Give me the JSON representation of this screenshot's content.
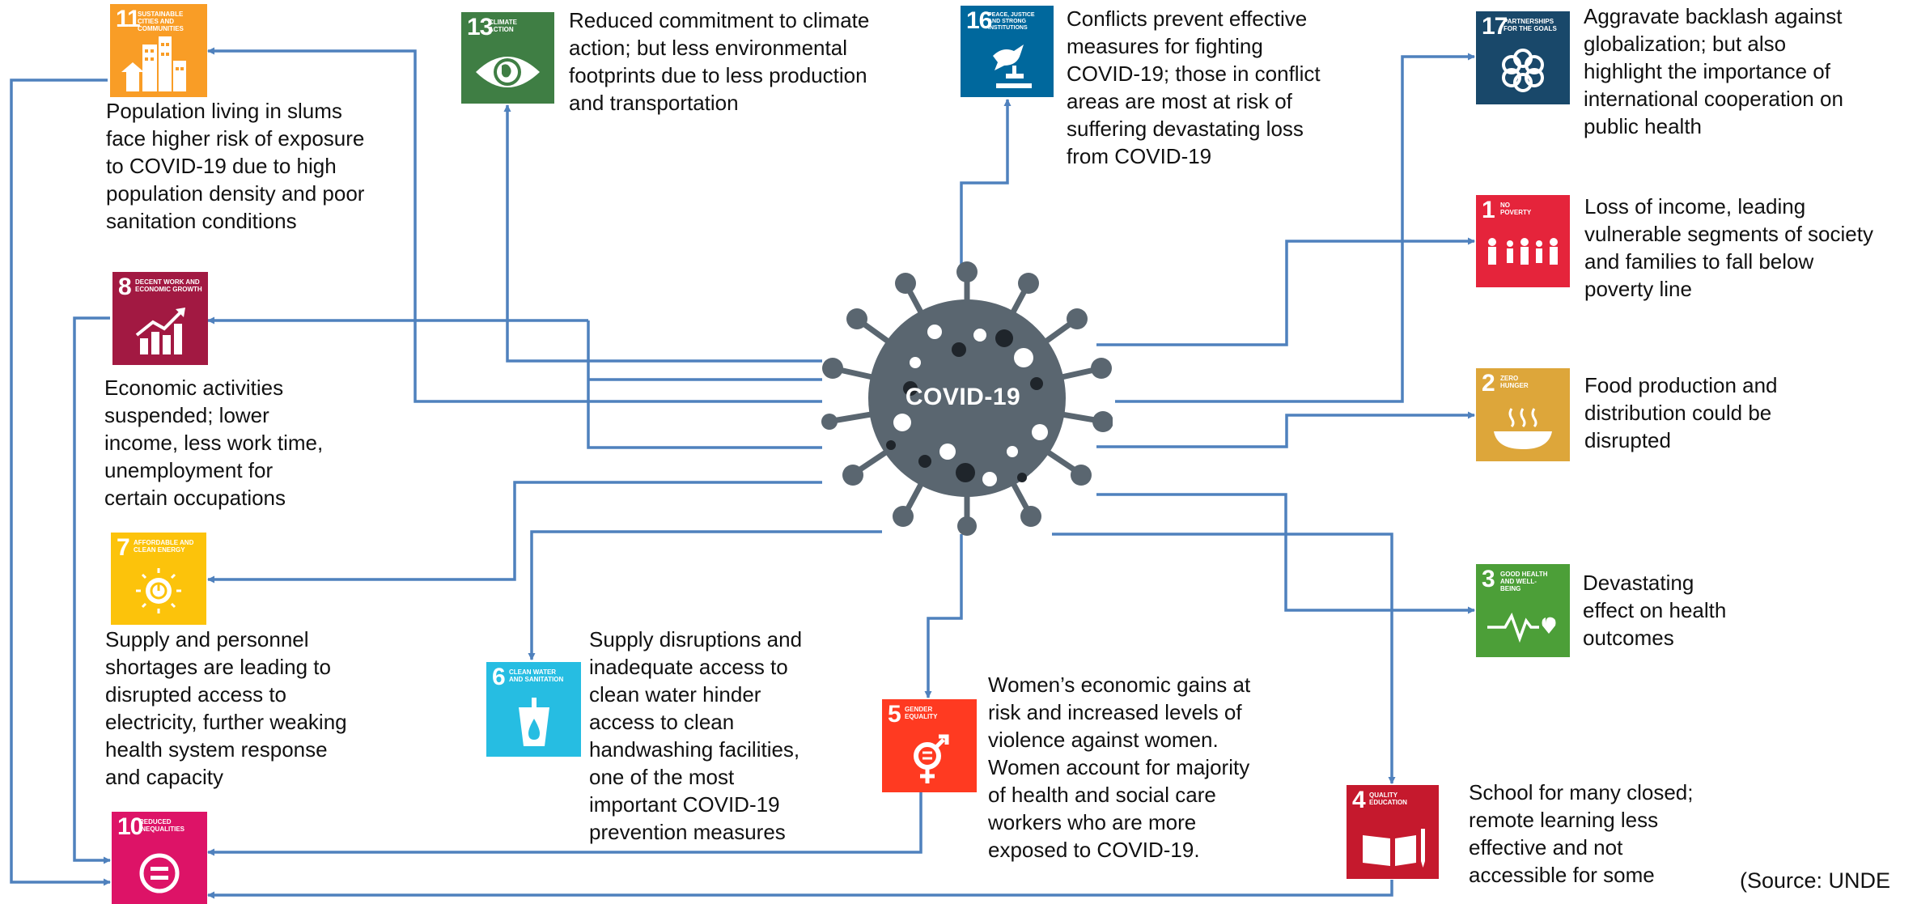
{
  "center_label": "COVID-19",
  "source": "(Source: UNDE",
  "colors": {
    "arrow": "#4f81bd",
    "virus": "#5a6670",
    "virus_dark": "#2e343a"
  },
  "goals": {
    "g11": {
      "number": "11",
      "title": "SUSTAINABLE CITIES AND COMMUNITIES",
      "color": "#f99d26",
      "icon": "city-icon",
      "text": [
        "Population living in slums",
        "face higher risk of exposure",
        "to COVID-19 due to high",
        "population density and poor",
        "sanitation conditions"
      ]
    },
    "g13": {
      "number": "13",
      "title": "CLIMATE ACTION",
      "color": "#3f7e44",
      "icon": "eye-globe-icon",
      "text": [
        "Reduced commitment to climate",
        "action; but less environmental",
        "footprints due to less production",
        "and transportation"
      ]
    },
    "g16": {
      "number": "16",
      "title": "PEACE, JUSTICE AND STRONG INSTITUTIONS",
      "color": "#00689d",
      "icon": "dove-gavel-icon",
      "text": [
        "Conflicts prevent effective",
        "measures for fighting",
        "COVID-19; those in conflict",
        "areas are most at risk of",
        "suffering devastating loss",
        "from COVID-19"
      ]
    },
    "g17": {
      "number": "17",
      "title": "PARTNERSHIPS FOR THE GOALS",
      "color": "#19486a",
      "icon": "rings-icon",
      "text": [
        "Aggravate backlash against",
        "globalization; but also",
        "highlight the importance of",
        "international cooperation on",
        "public health"
      ]
    },
    "g1": {
      "number": "1",
      "title": "NO POVERTY",
      "color": "#e5243b",
      "icon": "family-icon",
      "text": [
        "Loss of income, leading",
        "vulnerable segments of society",
        "and families to fall below",
        "poverty line"
      ]
    },
    "g2": {
      "number": "2",
      "title": "ZERO HUNGER",
      "color": "#dda63a",
      "icon": "bowl-icon",
      "text": [
        "Food production and",
        "distribution could be",
        "disrupted"
      ]
    },
    "g3": {
      "number": "3",
      "title": "GOOD HEALTH AND WELL-BEING",
      "color": "#4c9f38",
      "icon": "heartbeat-icon",
      "text": [
        "Devastating",
        "effect on health",
        "outcomes"
      ]
    },
    "g4": {
      "number": "4",
      "title": "QUALITY EDUCATION",
      "color": "#c5192d",
      "icon": "book-icon",
      "text": [
        "School for many closed;",
        "remote learning less",
        "effective and not",
        "accessible for some"
      ]
    },
    "g5": {
      "number": "5",
      "title": "GENDER EQUALITY",
      "color": "#ff3a21",
      "icon": "gender-icon",
      "text": [
        "Women’s economic gains at",
        "risk and increased levels of",
        "violence against women.",
        "Women account for majority",
        "of health and social care",
        "workers who are more",
        "exposed to COVID-19."
      ]
    },
    "g6": {
      "number": "6",
      "title": "CLEAN WATER AND SANITATION",
      "color": "#26bde2",
      "icon": "water-drop-icon",
      "text": [
        "Supply disruptions and",
        "inadequate access to",
        "clean water hinder",
        "access to clean",
        "handwashing facilities,",
        "one of the most",
        "important COVID-19",
        "prevention measures"
      ]
    },
    "g7": {
      "number": "7",
      "title": "AFFORDABLE AND CLEAN ENERGY",
      "color": "#fcc30b",
      "icon": "sun-power-icon",
      "text": [
        "Supply and personnel",
        "shortages are leading to",
        "disrupted access to",
        "electricity, further weaking",
        "health system response",
        "and capacity"
      ]
    },
    "g8": {
      "number": "8",
      "title": "DECENT WORK AND ECONOMIC GROWTH",
      "color": "#a21942",
      "icon": "growth-chart-icon",
      "text": [
        "Economic activities",
        "suspended; lower",
        "income, less work time,",
        "unemployment for",
        "certain occupations"
      ]
    },
    "g10": {
      "number": "10",
      "title": "REDUCED INEQUALITIES",
      "color": "#dd1367",
      "icon": "equality-icon",
      "text": []
    }
  }
}
